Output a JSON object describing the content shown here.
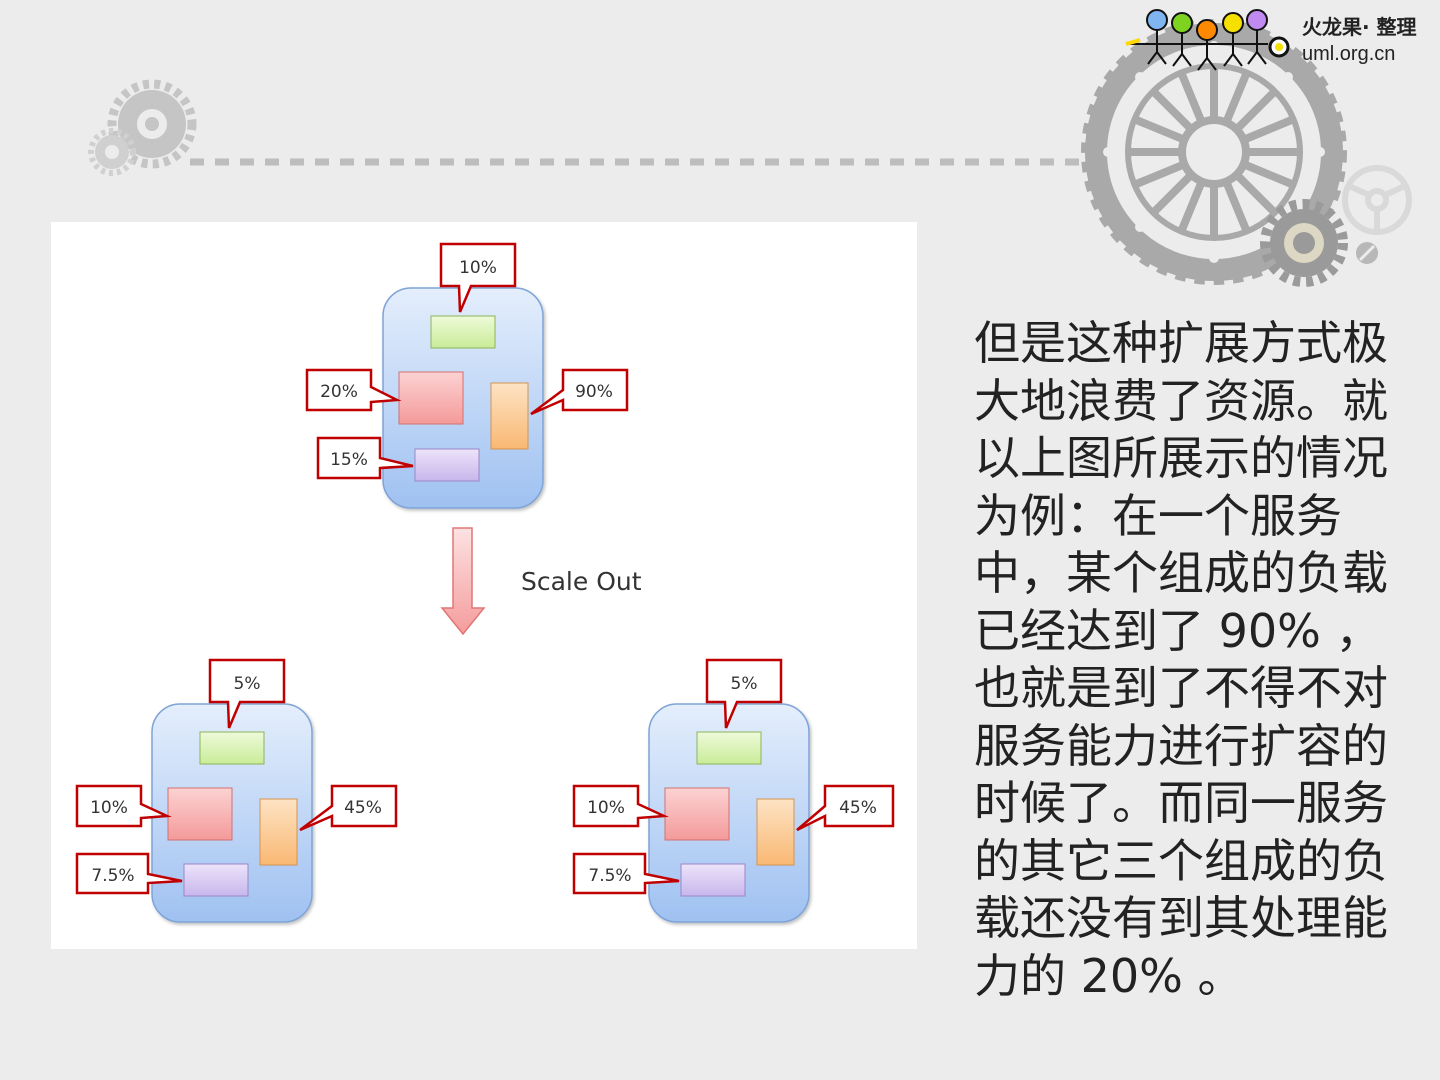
{
  "brand": {
    "name": "火龙果· 整理",
    "site": "uml.org.cn"
  },
  "diagram": {
    "caption": "Scale Out",
    "top_node": {
      "labels": [
        "10%",
        "20%",
        "90%",
        "15%"
      ]
    },
    "bottom_left_node": {
      "labels": [
        "5%",
        "10%",
        "45%",
        "7.5%"
      ]
    },
    "bottom_right_node": {
      "labels": [
        "5%",
        "10%",
        "45%",
        "7.5%"
      ]
    }
  },
  "text": {
    "paragraph": "但是这种扩展方式极大地浪费了资源。就以上图所展示的情况为例：在一个服务中，某个组成的负载已经达到了 90% ，也就是到了不得不对服务能力进行扩容的时候了。而同一服务的其它三个组成的负载还没有到其处理能力的 20% 。"
  },
  "colors": {
    "background": "#ececec",
    "callout_border": "#c00000",
    "node_fill": "#c4d8f6",
    "component_green": "#d9f2b3",
    "component_red": "#f7a9a9",
    "component_orange": "#fbc98e",
    "component_purple": "#d6c8f0",
    "arrow_fill": "#f7b4b4"
  }
}
